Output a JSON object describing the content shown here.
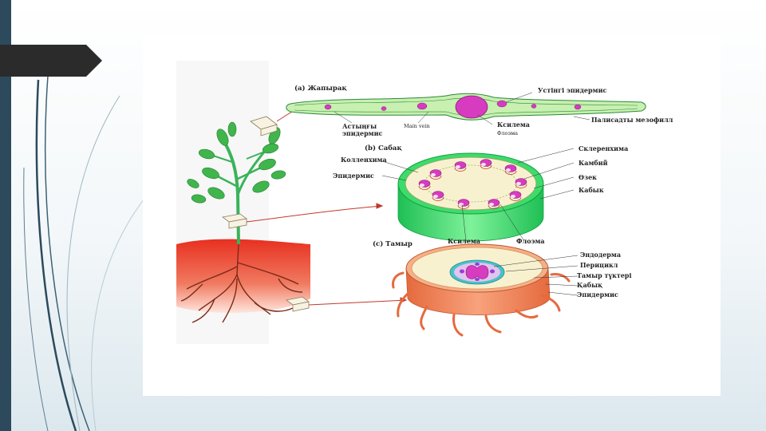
{
  "figure": {
    "leaf": {
      "section_label": "(a) Жапырақ",
      "upper_epidermis": "Устінгі эпидермис",
      "lower_epidermis_line1": "Астыңғы",
      "lower_epidermis_line2": "эпидермис",
      "main_vein": "Main vein",
      "xylem": "Ксилема",
      "phloem": "Флоэма",
      "palisade": "Палисадты мезофилл"
    },
    "stem": {
      "section_label": "(b) Сабақ",
      "sclerenchyma": "Склеренхима",
      "collenchyma": "Колленхима",
      "cambium": "Камбий",
      "epidermis": "Эпидермис",
      "pith": "Өзек",
      "cortex": "Кабык",
      "xylem": "Ксилема",
      "phloem": "Флоэма"
    },
    "root": {
      "section_label": "(c) Тамыр",
      "endodermis": "Эндодерма",
      "pericycle": "Перицикл",
      "root_hairs": "Тамыр түктері",
      "cortex": "Қабық",
      "epidermis": "Эпидермис"
    }
  },
  "colors": {
    "slide_bar": "#2c4a5c",
    "title_tab": "#2b2b2b",
    "leaf_green": "#c8f0b0",
    "stem_green": "#3ddc6a",
    "root_orange": "#f08a5d",
    "vascular_magenta": "#d63bc0",
    "arrow_red": "#c0392b"
  }
}
